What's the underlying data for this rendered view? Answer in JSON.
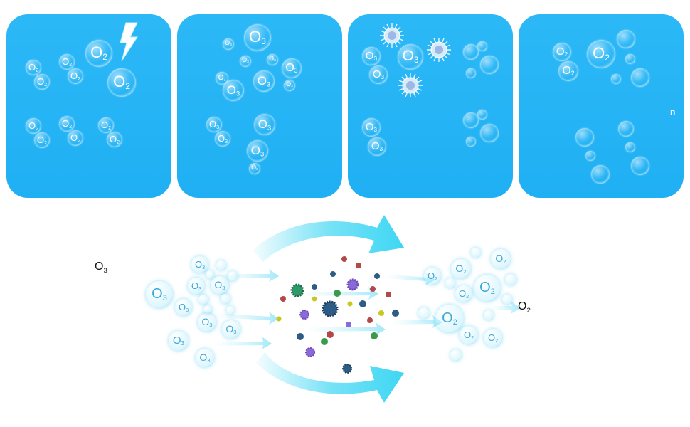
{
  "labels": {
    "o2": "O",
    "o2_sub": "2",
    "o3": "O",
    "o3_sub": "3",
    "left_formula": "O",
    "left_sub": "3",
    "right_formula": "O",
    "right_sub": "2",
    "stray_letter": "n"
  },
  "colors": {
    "panel": "#1fb0f3",
    "arrow": "#3ed6f3",
    "bubble_glow": "#50c8f0"
  },
  "icons": [
    "lightning-icon",
    "bubble-icon",
    "virus-icon",
    "flow-arrow-icon"
  ]
}
